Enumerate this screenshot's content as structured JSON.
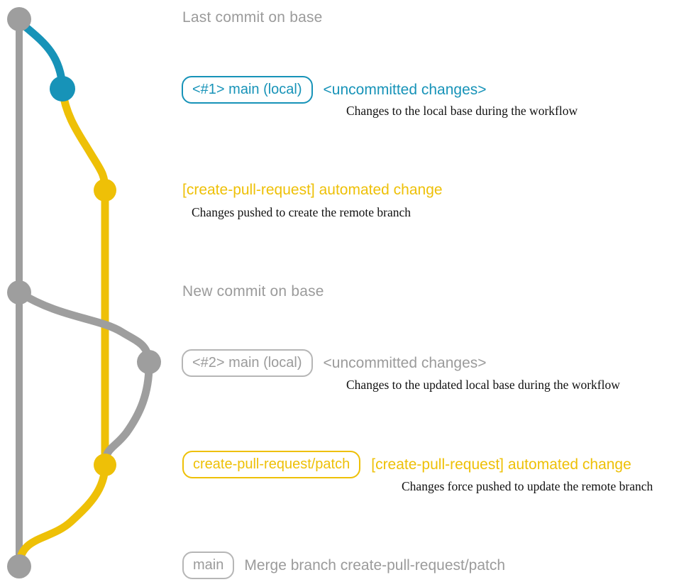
{
  "colors": {
    "gray_line": "#9e9e9e",
    "gray_text": "#9b9b9b",
    "gray_border": "#b6b6b6",
    "blue": "#1793b8",
    "yellow": "#eec007",
    "desc_text": "#111111"
  },
  "annotations": {
    "last_commit_label": "Last commit on base",
    "row1": {
      "badge": "<#1> main (local)",
      "title": "<uncommitted changes>",
      "desc": "Changes to the local base during the workflow"
    },
    "row2": {
      "title": "[create-pull-request] automated change",
      "desc": "Changes pushed to create the remote branch"
    },
    "new_commit_label": "New commit on base",
    "row3": {
      "badge": "<#2> main (local)",
      "title": "<uncommitted changes>",
      "desc": "Changes to the updated local base during the workflow"
    },
    "row4": {
      "badge": "create-pull-request/patch",
      "title": "[create-pull-request] automated change",
      "desc": "Changes force pushed to update the remote branch"
    },
    "row5": {
      "badge": "main",
      "title": "Merge branch create-pull-request/patch"
    }
  },
  "graph": {
    "branches": [
      "base",
      "main (local)",
      "create-pull-request/patch"
    ],
    "commit_nodes": [
      "last-commit-on-base",
      "uncommitted-changes-1",
      "automated-change-1",
      "new-commit-on-base",
      "uncommitted-changes-2",
      "automated-change-2",
      "merge-commit"
    ]
  }
}
